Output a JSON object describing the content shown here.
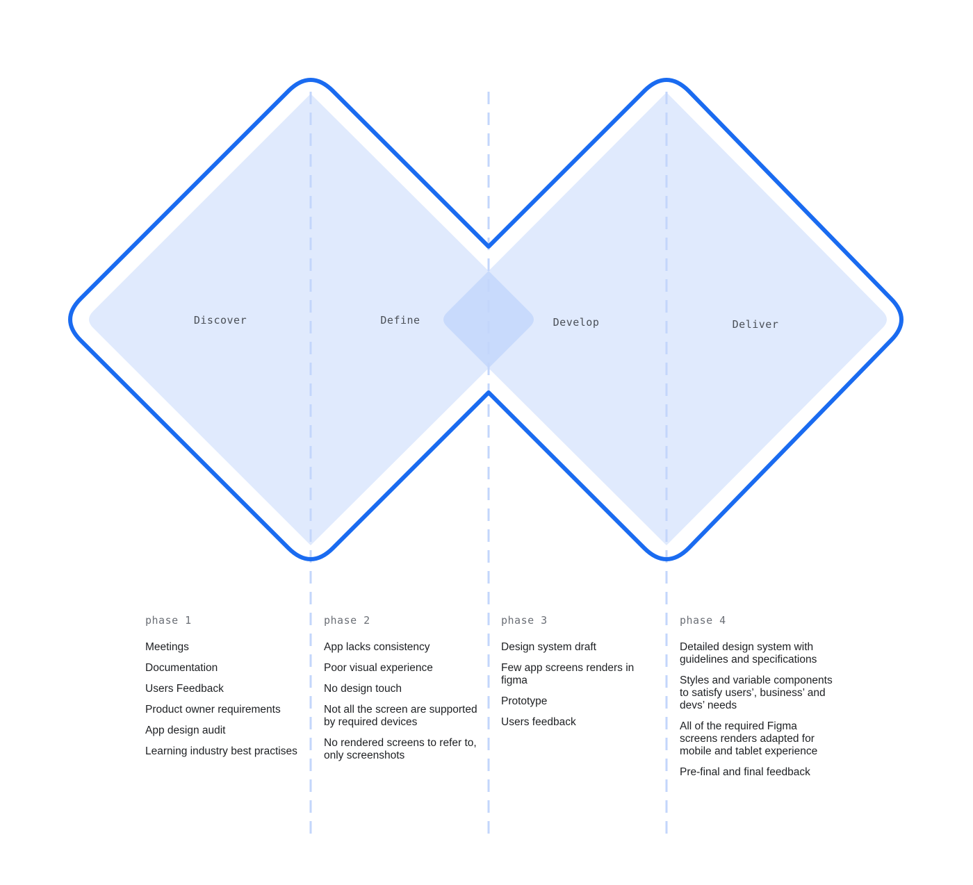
{
  "diagram": {
    "stages": [
      "Discover",
      "Define",
      "Develop",
      "Deliver"
    ],
    "colors": {
      "outline": "#1a6bf0",
      "fill": "#e0eafd",
      "overlap": "#c8dafc",
      "divider": "#c3d6fb"
    }
  },
  "phases": [
    {
      "title": "phase 1",
      "items": [
        "Meetings",
        "Documentation",
        "Users Feedback",
        "Product owner requirements",
        "App design audit",
        "Learning industry best practises"
      ]
    },
    {
      "title": "phase 2",
      "items": [
        "App lacks consistency",
        "Poor visual experience",
        "No design touch",
        "Not all the screen are supported by required devices",
        "No rendered screens to refer to, only screenshots"
      ]
    },
    {
      "title": "phase 3",
      "items": [
        "Design system draft",
        "Few app screens renders in figma",
        "Prototype",
        "Users feedback"
      ]
    },
    {
      "title": "phase 4",
      "items": [
        "Detailed design system with guidelines and specifications",
        "Styles and variable components to satisfy users’, business’ and devs’ needs",
        "All of the required Figma screens renders adapted for mobile and tablet experience",
        "Pre-final and final feedback"
      ]
    }
  ]
}
